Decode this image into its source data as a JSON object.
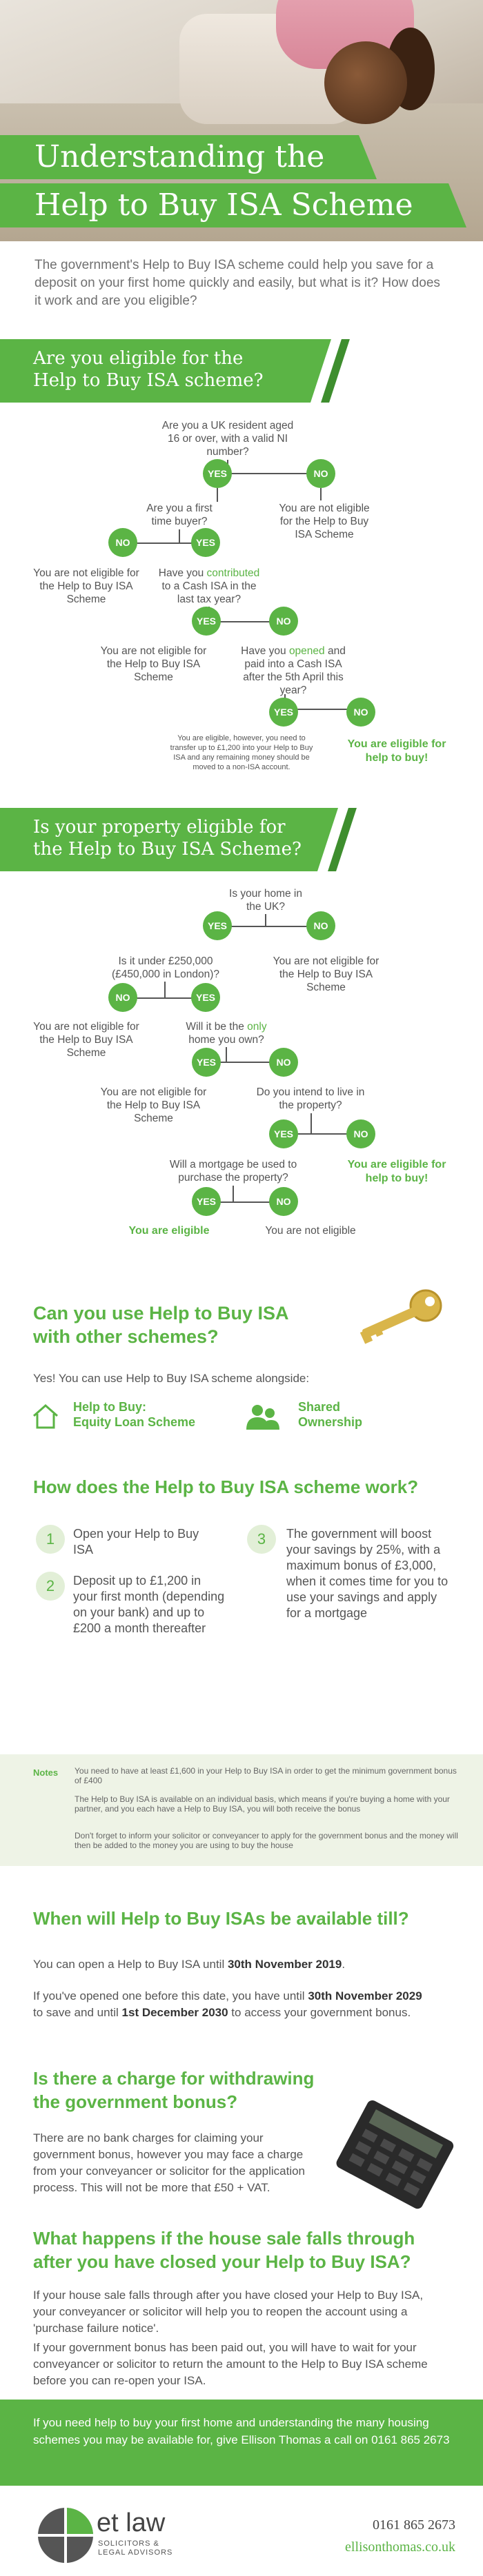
{
  "header": {
    "title_line1": "Understanding the",
    "title_line2": "Help to Buy ISA Scheme"
  },
  "intro": "The government's Help to Buy ISA scheme could help you save for a deposit on your first home quickly and easily, but what is it? How does it work and are you eligible?",
  "eligibility": {
    "banner_line1": "Are you eligible for the",
    "banner_line2": "Help to Buy ISA scheme?",
    "q1": "Are you a UK resident aged 16 or over, with a valid NI number?",
    "q1_no": "You are not eligible for the Help to Buy ISA Scheme",
    "q2": "Are you a first time buyer?",
    "q2_no": "You are not eligible for the Help to Buy ISA Scheme",
    "q3_pre": "Have you ",
    "q3_hl": "contributed",
    "q3_post": " to a Cash ISA in the last tax year?",
    "q3_yes": "You are not eligible for the Help to Buy ISA Scheme",
    "q4_pre": "Have you ",
    "q4_hl": "opened",
    "q4_post": " and paid into a Cash ISA after the 5th April this year?",
    "q4_yes": "You are eligible, however, you need to transfer up to £1,200 into your Help to Buy ISA and any remaining money should be moved to a non-ISA account.",
    "q4_no": "You are eligible for help to buy!"
  },
  "property": {
    "banner_line1": "Is your property eligible for",
    "banner_line2": "the Help to Buy ISA Scheme?",
    "q1": "Is your home in the UK?",
    "q1_no": "You are not eligible for the Help to Buy ISA Scheme",
    "q2": "Is it under £250,000 (£450,000 in London)?",
    "q2_no": "You are not eligible for the Help to Buy ISA Scheme",
    "q3_pre": "Will it be the ",
    "q3_hl": "only",
    "q3_post": " home you own?",
    "q3_yes": "You are not eligible for the Help to Buy ISA Scheme",
    "q4": "Do you intend to live in the property?",
    "q4_no": "You are eligible for help to buy!",
    "q5": "Will a mortgage be used to purchase the property?",
    "q5_yes": "You are eligible",
    "q5_no": "You are not eligible"
  },
  "labels": {
    "yes": "YES",
    "no": "NO"
  },
  "other_schemes": {
    "title_line1": "Can you use Help to Buy ISA",
    "title_line2": "with other schemes?",
    "text": "Yes! You can use Help to Buy ISA scheme alongside:",
    "item1_line1": "Help to Buy:",
    "item1_line2": "Equity Loan Scheme",
    "item2_line1": "Shared",
    "item2_line2": "Ownership"
  },
  "how": {
    "title": "How does the Help to Buy ISA scheme work?",
    "step1_num": "1",
    "step1": "Open your Help to Buy ISA",
    "step2_num": "2",
    "step2": "Deposit up to £1,200 in your first month (depending on your bank) and up to £200 a month thereafter",
    "step3_num": "3",
    "step3": "The government will boost your savings by 25%, with a maximum bonus of £3,000, when it comes time for you to use your savings and apply for a mortgage"
  },
  "notes": {
    "label": "Notes",
    "n1": "You need to have at least £1,600 in your Help to Buy ISA in order to get the minimum government bonus of £400",
    "n2": "The Help to Buy ISA is available on an individual basis, which means if you're buying a home with your partner, and you each have a Help to Buy ISA, you will both receive the bonus",
    "n3": "Don't forget to inform your solicitor or conveyancer to apply for the government bonus and the money will then be added to the money you are using to buy the house"
  },
  "when": {
    "title": "When will Help to Buy ISAs be available till?",
    "p1_pre": "You can open a Help to Buy ISA until ",
    "p1_date": "30th November 2019",
    "p1_post": ".",
    "p2_pre": "If you've opened one before this date, you have until ",
    "p2_date1": "30th November 2029",
    "p2_mid": " to save and until ",
    "p2_date2": "1st December 2030",
    "p2_post": " to access your government bonus."
  },
  "charge": {
    "title_line1": "Is there a charge for withdrawing",
    "title_line2": "the government bonus?",
    "text": "There are no bank charges for claiming your government bonus, however you may face a charge from your conveyancer or solicitor for the application process. This will not be more that £50 + VAT."
  },
  "falls": {
    "title_line1": "What happens if the house sale falls through",
    "title_line2": "after you have closed your Help to Buy ISA?",
    "p1": "If your house sale falls through after you have closed your Help to Buy ISA, your conveyancer or solicitor will help you to reopen the account using a 'purchase failure notice'.",
    "p2": "If your government bonus has been paid out, you will have to wait for your conveyancer or solicitor to return the amount to the Help to Buy ISA scheme before you can re-open your ISA."
  },
  "footer": {
    "cta": "If you need help to buy your first home and understanding the many housing schemes you may be available for, give Ellison Thomas a call on 0161 865 2673",
    "logo_text": "et law",
    "logo_sub1": "SOLICITORS &",
    "logo_sub2": "LEGAL ADVISORS",
    "phone": "0161 865 2673",
    "website": "ellisonthomas.co.uk"
  },
  "colors": {
    "accent": "#5bb445",
    "text": "#555555",
    "notes_bg": "#eef3e6"
  }
}
